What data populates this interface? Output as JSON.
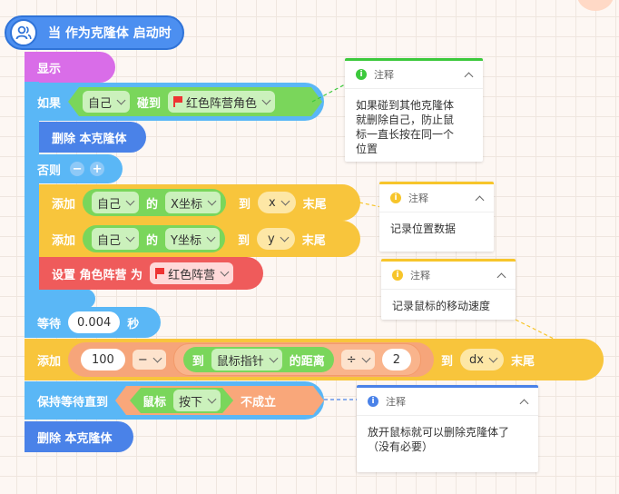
{
  "hat": {
    "label": "当 作为克隆体 启动时"
  },
  "show": {
    "label": "显示"
  },
  "if_block": {
    "label": "如果",
    "obj": "自己",
    "verb": "碰到",
    "target": "红色阵营角色"
  },
  "delete1": {
    "label": "删除 本克隆体"
  },
  "else_block": {
    "label": "否则",
    "minus": "−",
    "plus": "+"
  },
  "add_x": {
    "verb": "添加",
    "obj": "自己",
    "of": "的",
    "prop": "X坐标",
    "to": "到",
    "list": "x",
    "tail": "末尾"
  },
  "add_y": {
    "verb": "添加",
    "obj": "自己",
    "of": "的",
    "prop": "Y坐标",
    "to": "到",
    "list": "y",
    "tail": "末尾"
  },
  "set_team": {
    "label": "设置 角色阵营 为",
    "value": "红色阵营"
  },
  "wait": {
    "label": "等待",
    "value": "0.004",
    "unit": "秒"
  },
  "add_dx": {
    "verb": "添加",
    "num": "100",
    "op1": "−",
    "to1": "到",
    "target": "鼠标指针",
    "dist": "的距离",
    "op2": "÷",
    "num2": "2",
    "to": "到",
    "list": "dx",
    "tail": "末尾"
  },
  "wait_until": {
    "label": "保持等待直到",
    "sensor": "鼠标",
    "state": "按下",
    "neg": "不成立"
  },
  "delete2": {
    "label": "删除 本克隆体"
  },
  "comments": [
    {
      "title": "注释",
      "body": "如果碰到其他克隆体\n就删除自己，防止鼠\n标一直长按在同一个\n位置",
      "accent": "#3cc93c"
    },
    {
      "title": "注释",
      "body": "记录位置数据",
      "accent": "#f7c52b"
    },
    {
      "title": "注释",
      "body": "记录鼠标的移动速度",
      "accent": "#f7c52b"
    },
    {
      "title": "注释",
      "body": "放开鼠标就可以删除克隆体了\n（没有必要）",
      "accent": "#4a82e8"
    }
  ]
}
